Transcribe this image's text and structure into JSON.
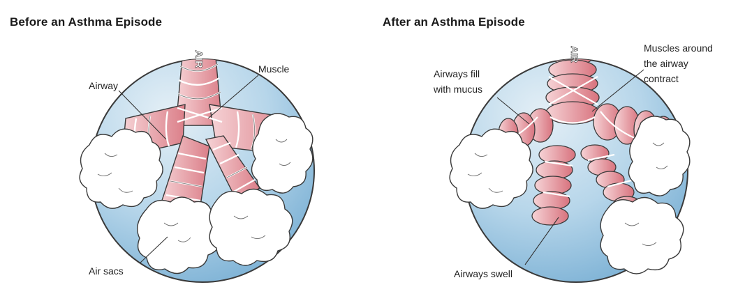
{
  "before": {
    "title": "Before an Asthma Episode",
    "air_text": "AIR",
    "labels": {
      "muscle": "Muscle",
      "airway": "Airway",
      "air_sacs": "Air sacs"
    }
  },
  "after": {
    "title": "After an Asthma Episode",
    "air_text": "AIR",
    "labels": {
      "muscles_line1": "Muscles around",
      "muscles_line2": "the airway",
      "muscles_line3": "contract",
      "mucus_line1": "Airways fill",
      "mucus_line2": "with mucus",
      "swell": "Airways swell"
    }
  },
  "colors": {
    "circle_fill": "#a9cfe6",
    "circle_light": "#dbeaf3",
    "airway_fill": "#e08a93",
    "airway_light": "#f3c3c7",
    "band": "#ffffff",
    "outline": "#3a3a3a"
  }
}
